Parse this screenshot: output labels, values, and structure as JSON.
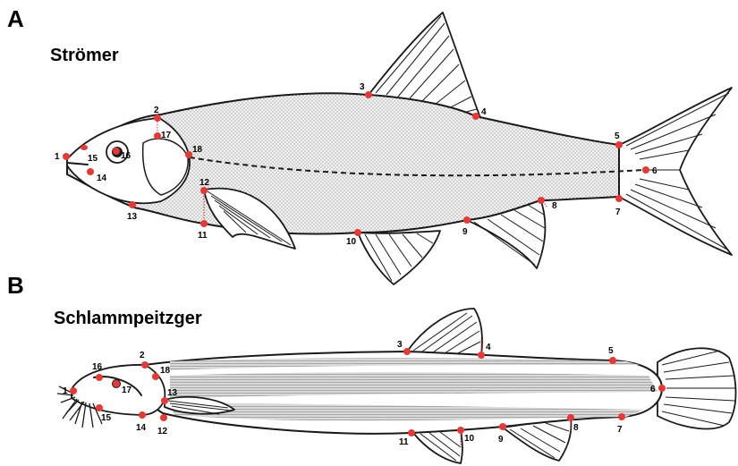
{
  "panels": [
    {
      "letter": "A",
      "fish_name": "Strömer",
      "landmarks": [
        "1",
        "2",
        "3",
        "4",
        "5",
        "6",
        "7",
        "8",
        "9",
        "10",
        "11",
        "12",
        "13",
        "14",
        "15",
        "16",
        "17",
        "18"
      ]
    },
    {
      "letter": "B",
      "fish_name": "Schlammpeitzger",
      "landmarks": [
        "1",
        "2",
        "3",
        "4",
        "5",
        "6",
        "7",
        "8",
        "9",
        "10",
        "11",
        "12",
        "13",
        "14",
        "15",
        "16",
        "17",
        "18"
      ]
    }
  ],
  "colors": {
    "landmark": "#e53935",
    "outline": "#1a1a1a",
    "body_fill": "#e6e6e6",
    "stripe_fill": "#c8c8c8"
  }
}
